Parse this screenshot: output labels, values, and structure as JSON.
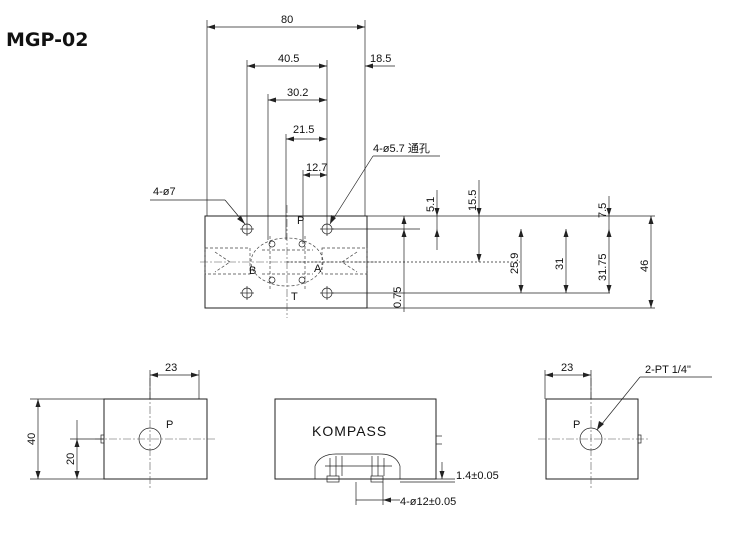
{
  "title": "MGP-02",
  "top_view": {
    "dims": {
      "d80": "80",
      "d40_5": "40.5",
      "d18_5": "18.5",
      "d30_2": "30.2",
      "d21_5": "21.5",
      "d12_7": "12.7",
      "d5_1": "5.1",
      "d15_5": "15.5",
      "d7_5": "7.5",
      "d25_9": "25.9",
      "d31": "31",
      "d31_75": "31.75",
      "d46": "46",
      "d0_75": "0.75"
    },
    "callouts": {
      "hole_through": "4-ø5.7 通孔",
      "hole_7": "4-ø7"
    },
    "ports": {
      "p": "P",
      "a": "A",
      "b": "B",
      "t": "T"
    }
  },
  "side_view_left": {
    "dims": {
      "d23": "23",
      "d40": "40",
      "d20": "20"
    },
    "port": "P"
  },
  "front_view": {
    "brand": "KOMPASS",
    "dims": {
      "d1_4": "1.4±0.05",
      "d12": "4-ø12±0.05"
    }
  },
  "side_view_right": {
    "dims": {
      "d23": "23"
    },
    "callout": "2-PT 1/4\"",
    "port": "P"
  }
}
